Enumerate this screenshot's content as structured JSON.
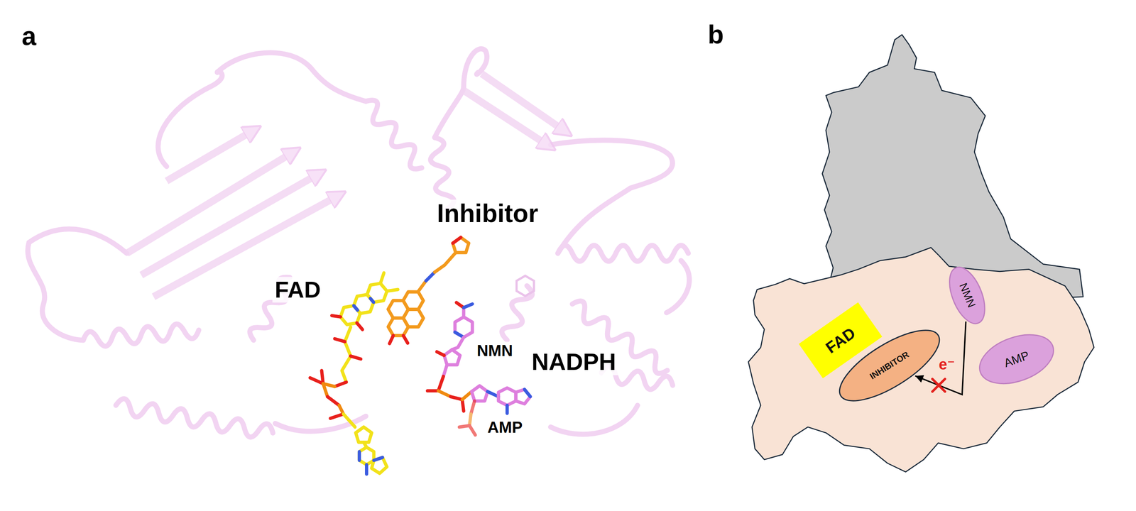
{
  "diagram": {
    "nodes": [
      {
        "text": [
          "FAD"
        ]
      },
      {
        "text": [
          "INHIBITOR"
        ]
      },
      {
        "text": [
          "NMN"
        ]
      },
      {
        "text": [
          "AMP"
        ]
      }
    ],
    "edges": [
      {
        "from": 2,
        "to": 1,
        "arrow": "to",
        "label": "e⁻"
      }
    ],
    "labels": [
      "a",
      "Inhibitor",
      "FAD",
      "NMN",
      "NADPH",
      "AMP",
      "b"
    ]
  }
}
